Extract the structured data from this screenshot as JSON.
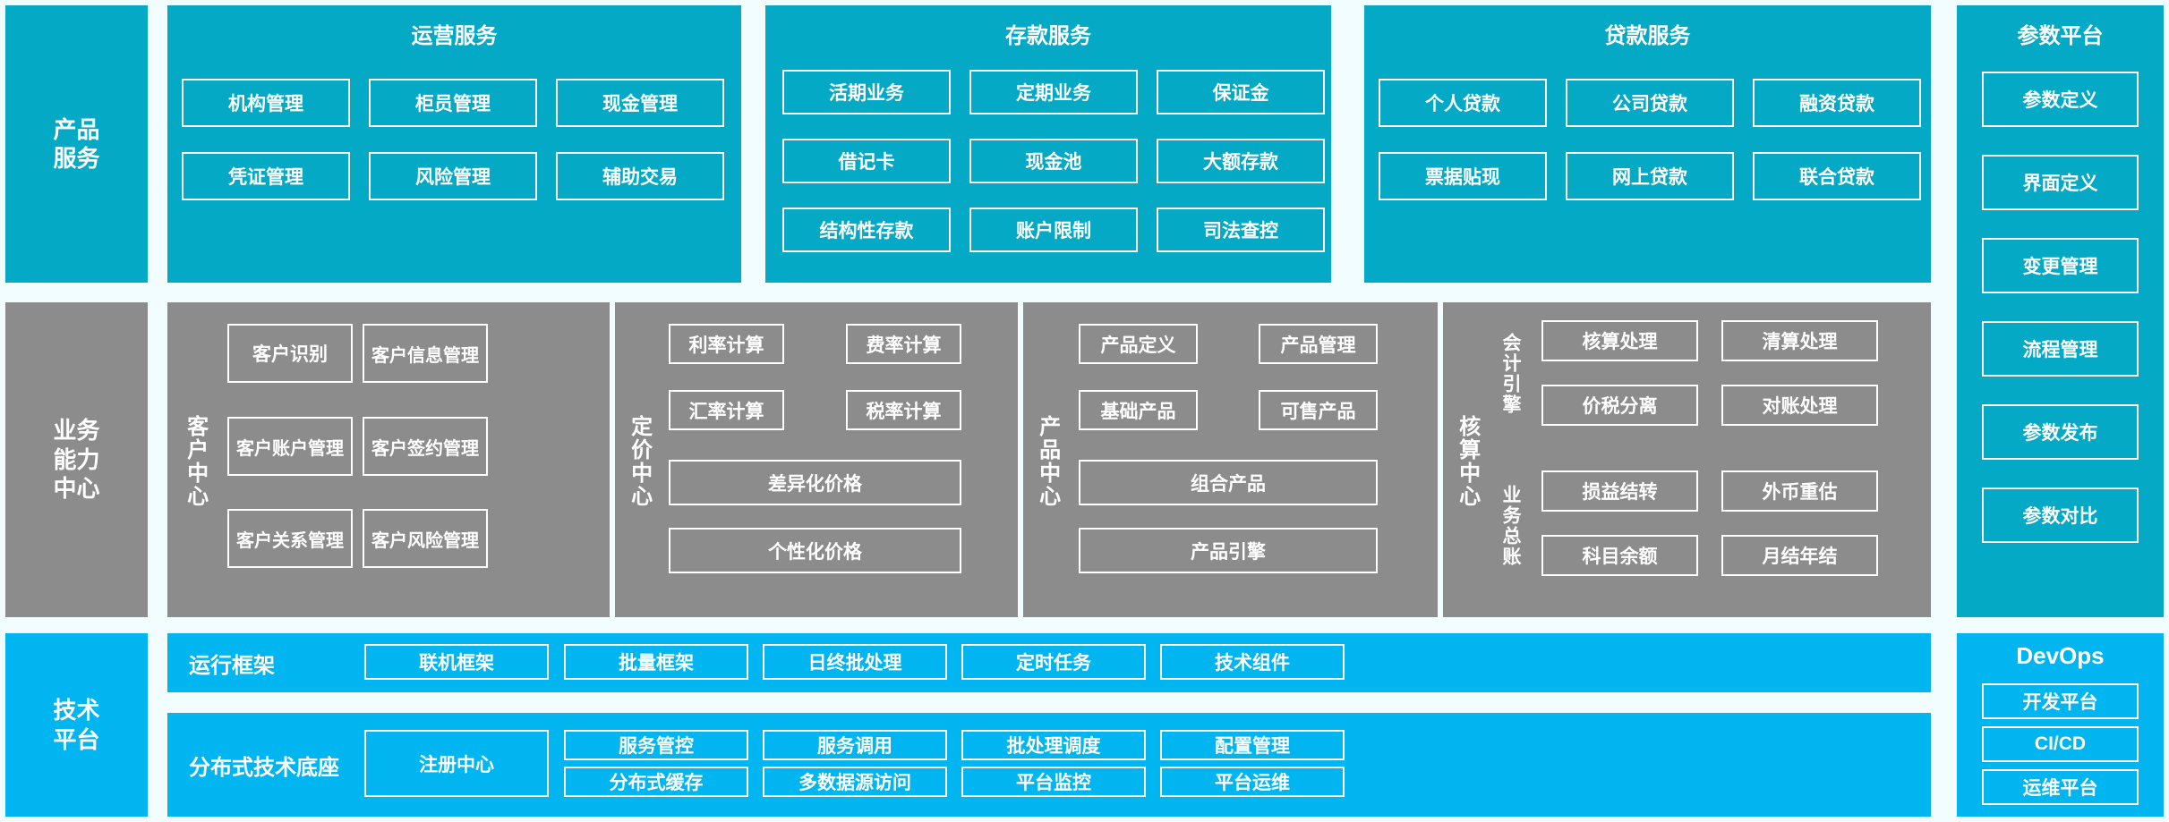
{
  "colors": {
    "background": "#f1fdff",
    "teal": "#03a9c5",
    "gray": "#8c8c8c",
    "blue": "#00b5f0",
    "stroke": "#ffffff",
    "text": "#ffffff"
  },
  "rows": {
    "product_services": {
      "label": "产品\n服务",
      "panels": [
        {
          "title": "运营服务",
          "items": [
            "机构管理",
            "柜员管理",
            "现金管理",
            "凭证管理",
            "风险管理",
            "辅助交易"
          ]
        },
        {
          "title": "存款服务",
          "items": [
            "活期业务",
            "定期业务",
            "保证金",
            "借记卡",
            "现金池",
            "大额存款",
            "结构性存款",
            "账户限制",
            "司法查控"
          ]
        },
        {
          "title": "贷款服务",
          "items": [
            "个人贷款",
            "公司贷款",
            "融资贷款",
            "票据贴现",
            "网上贷款",
            "联合贷款"
          ]
        }
      ]
    },
    "business_capability_center": {
      "label": "业务\n能力\n中心",
      "centers": [
        {
          "name": "客户中心",
          "items": [
            "客户识别",
            "客户信息管理",
            "客户账户管理",
            "客户签约管理",
            "客户关系管理",
            "客户风险管理"
          ]
        },
        {
          "name": "定价中心",
          "items": [
            "利率计算",
            "费率计算",
            "汇率计算",
            "税率计算",
            "差异化价格",
            "个性化价格"
          ]
        },
        {
          "name": "产品中心",
          "items": [
            "产品定义",
            "产品管理",
            "基础产品",
            "可售产品",
            "组合产品",
            "产品引擎"
          ]
        },
        {
          "name": "核算中心",
          "subgroups": [
            {
              "name": "会计引擎",
              "items": [
                "核算处理",
                "清算处理",
                "价税分离",
                "对账处理"
              ]
            },
            {
              "name": "业务总账",
              "items": [
                "损益结转",
                "外币重估",
                "科目余额",
                "月结年结"
              ]
            }
          ]
        }
      ]
    },
    "technology_platform": {
      "label": "技术\n平台",
      "groups": [
        {
          "name": "运行框架",
          "items": [
            "联机框架",
            "批量框架",
            "日终批处理",
            "定时任务",
            "技术组件"
          ]
        },
        {
          "name": "分布式技术底座",
          "wide_item": "注册中心",
          "items": [
            "服务管控",
            "服务调用",
            "批处理调度",
            "配置管理",
            "分布式缓存",
            "多数据源访问",
            "平台监控",
            "平台运维"
          ]
        }
      ]
    }
  },
  "right_column": {
    "parameter_platform": {
      "title": "参数平台",
      "items": [
        "参数定义",
        "界面定义",
        "变更管理",
        "流程管理",
        "参数发布",
        "参数对比"
      ]
    },
    "devops": {
      "title": "DevOps",
      "items": [
        "开发平台",
        "CI/CD",
        "运维平台"
      ]
    }
  }
}
